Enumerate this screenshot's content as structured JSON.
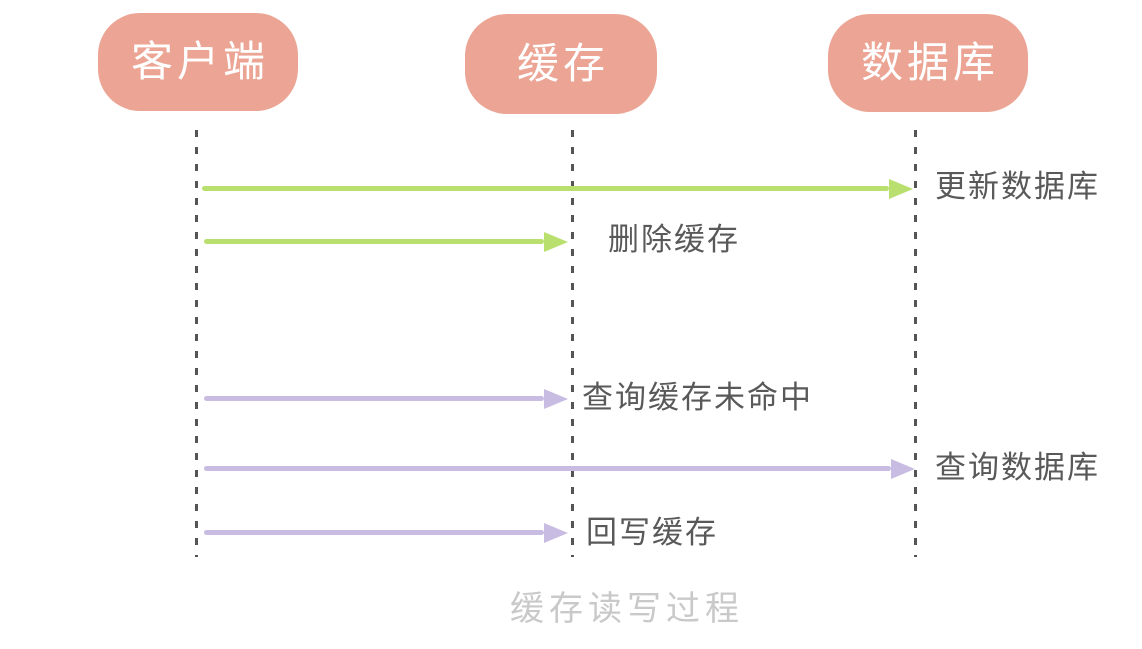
{
  "diagram": {
    "title": "缓存读写过程",
    "actors": [
      {
        "id": "client",
        "label": "客户端"
      },
      {
        "id": "cache",
        "label": "缓存"
      },
      {
        "id": "database",
        "label": "数据库"
      }
    ],
    "messages": [
      {
        "id": "update-database",
        "label": "更新数据库",
        "from": "client",
        "to": "database",
        "color": "green"
      },
      {
        "id": "delete-cache",
        "label": "删除缓存",
        "from": "client",
        "to": "cache",
        "color": "green"
      },
      {
        "id": "query-cache-miss",
        "label": "查询缓存未命中",
        "from": "client",
        "to": "cache",
        "color": "purple"
      },
      {
        "id": "query-database",
        "label": "查询数据库",
        "from": "client",
        "to": "database",
        "color": "purple"
      },
      {
        "id": "write-back-cache",
        "label": "回写缓存",
        "from": "client",
        "to": "cache",
        "color": "purple"
      }
    ],
    "colors": {
      "actor_fill": "#eca594",
      "actor_text": "#ffffff",
      "green_arrow": "#b9e06e",
      "purple_arrow": "#c8bce3",
      "label_text": "#595959",
      "lifeline": "#555555",
      "title_text": "#c9c9c9"
    }
  }
}
